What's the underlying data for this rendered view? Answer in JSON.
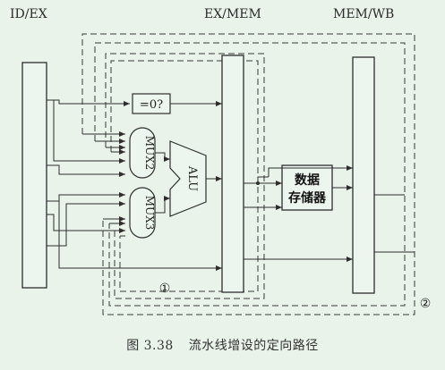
{
  "stages": {
    "idex": "ID/EX",
    "exmem": "EX/MEM",
    "memwb": "MEM/WB"
  },
  "components": {
    "zero_test": "=0?",
    "mux2": "MUX2",
    "mux3": "MUX3",
    "alu": "ALU",
    "memory_line1": "数据",
    "memory_line2": "存储器"
  },
  "paths": {
    "path1": "①",
    "path2": "②"
  },
  "caption": {
    "figure": "图 3.38",
    "title": "流水线增设的定向路径"
  },
  "colors": {
    "background": "#e9f3ea",
    "register_fill": "#edf6ee",
    "stroke": "#2e2e2e"
  }
}
